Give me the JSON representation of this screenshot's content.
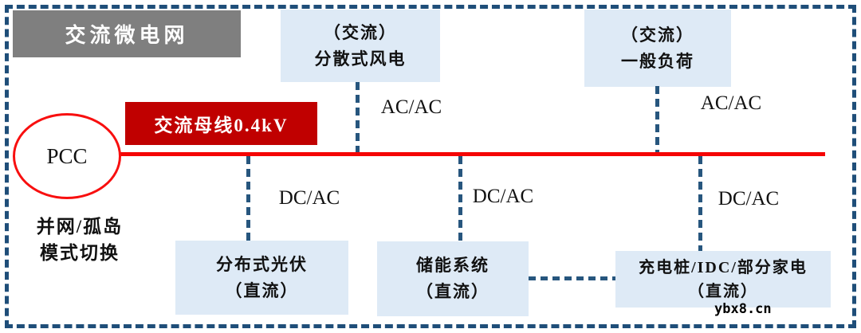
{
  "diagram": {
    "title": "交流微电网",
    "watermark": "ybx8.cn",
    "pcc": {
      "label": "PCC",
      "caption_line1": "并网/孤岛",
      "caption_line2": "模式切换"
    },
    "bus": {
      "label": "交流母线0.4kV",
      "voltage": "0.4kV"
    },
    "top_nodes": [
      {
        "id": "wind",
        "line1": "（交流）",
        "line2": "分散式风电",
        "converter": "AC/AC"
      },
      {
        "id": "load",
        "line1": "（交流）",
        "line2": "一般负荷",
        "converter": "AC/AC"
      }
    ],
    "bottom_nodes": [
      {
        "id": "pv",
        "line1": "分布式光伏",
        "line2": "（直流）",
        "converter": "DC/AC"
      },
      {
        "id": "storage",
        "line1": "储能系统",
        "line2": "（直流）",
        "converter": "DC/AC"
      },
      {
        "id": "charging",
        "line1": "充电桩/IDC/部分家电",
        "line2": "（直流）",
        "converter": "DC/AC"
      }
    ],
    "colors": {
      "frame_navy": "#1F4E79",
      "dash_navy": "#27567E",
      "node_blue": "#DEEAF6",
      "title_gray": "#7F7F7F",
      "bus_line_red": "#F50505",
      "bus_label_red": "#C00000"
    }
  }
}
